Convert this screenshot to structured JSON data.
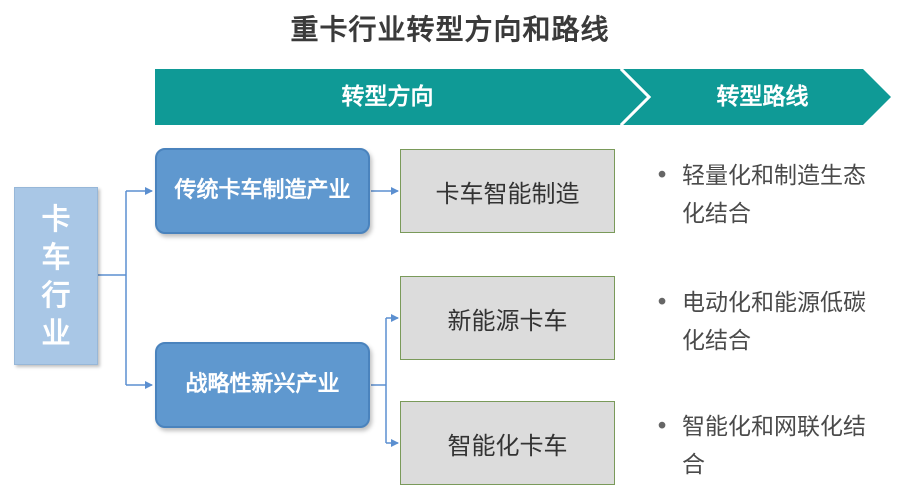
{
  "title": "重卡行业转型方向和路线",
  "header": {
    "direction_label": "转型方向",
    "route_label": "转型路线",
    "color": "#0f9a96"
  },
  "root": {
    "label": "卡车行业"
  },
  "industries": [
    {
      "label": "传统卡车制造产业"
    },
    {
      "label": "战略性新兴产业"
    }
  ],
  "directions": [
    {
      "label": "卡车智能制造"
    },
    {
      "label": "新能源卡车"
    },
    {
      "label": "智能化卡车"
    }
  ],
  "routes": [
    {
      "bullet": "•",
      "text": "轻量化和制造生态化结合"
    },
    {
      "bullet": "•",
      "text": "电动化和能源低碳化结合"
    },
    {
      "bullet": "•",
      "text": "智能化和网联化结合"
    }
  ],
  "colors": {
    "connector": "#5b8fd0",
    "industry_box": "#5f98cf",
    "root_box": "#a9c7e6",
    "direction_box": "#dcdcdc"
  }
}
